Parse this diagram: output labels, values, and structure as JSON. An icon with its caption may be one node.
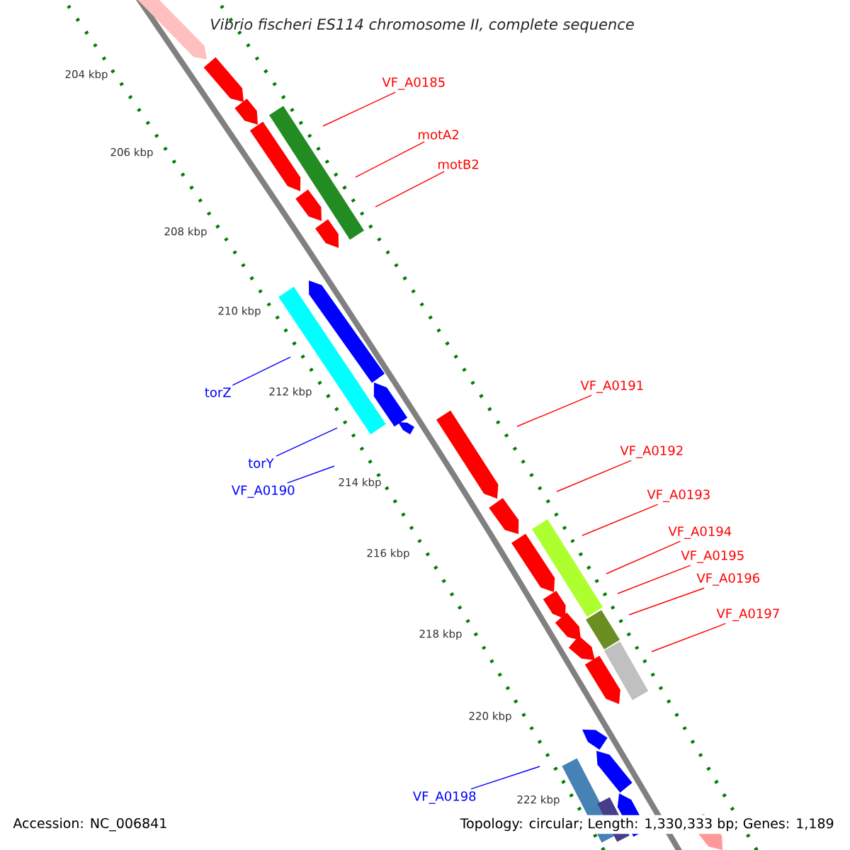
{
  "diagram": {
    "title": "Vibrio fischeri ES114 chromosome II, complete sequence",
    "nodes": [
      {
        "text": [
          "VF_A0185"
        ]
      },
      {
        "text": [
          "motA2"
        ]
      },
      {
        "text": [
          "motB2"
        ]
      },
      {
        "text": [
          "VF_A0191"
        ]
      },
      {
        "text": [
          "torZ"
        ]
      },
      {
        "text": [
          "VF_A0192"
        ]
      },
      {
        "text": [
          "torY"
        ]
      },
      {
        "text": [
          "VF_A0190"
        ]
      },
      {
        "text": [
          "VF_A0193"
        ]
      },
      {
        "text": [
          "VF_A0194"
        ]
      },
      {
        "text": [
          "VF_A0195"
        ]
      },
      {
        "text": [
          "VF_A0196"
        ]
      },
      {
        "text": [
          "VF_A0197"
        ]
      },
      {
        "text": [
          "VF_A0198"
        ]
      }
    ],
    "edges": [
      {
        "from": 0,
        "to": null,
        "arrow": "none"
      },
      {
        "from": 1,
        "to": null,
        "arrow": "none"
      },
      {
        "from": 2,
        "to": null,
        "arrow": "none"
      },
      {
        "from": 3,
        "to": null,
        "arrow": "none"
      },
      {
        "from": 4,
        "to": null,
        "arrow": "none",
        "color": "#0000ff"
      },
      {
        "from": 5,
        "to": null,
        "arrow": "none"
      },
      {
        "from": 6,
        "to": null,
        "arrow": "none",
        "color": "#0000ff"
      },
      {
        "from": 7,
        "to": null,
        "arrow": "none",
        "color": "#0000ff"
      },
      {
        "from": 8,
        "to": null,
        "arrow": "none"
      },
      {
        "from": 9,
        "to": null,
        "arrow": "none"
      },
      {
        "from": 10,
        "to": null,
        "arrow": "none"
      },
      {
        "from": 11,
        "to": null,
        "arrow": "none"
      },
      {
        "from": 12,
        "to": null,
        "arrow": "none"
      },
      {
        "from": 13,
        "to": null,
        "arrow": "none",
        "color": "#0000ff"
      }
    ],
    "labels": [
      "204 kbp",
      "206 kbp",
      "208 kbp",
      "210 kbp",
      "212 kbp",
      "214 kbp",
      "216 kbp",
      "218 kbp",
      "220 kbp",
      "222 kbp",
      "Accession: NC_006841",
      "Topology: circular; Length: 1,330,333 bp; Genes: 1,189"
    ]
  }
}
